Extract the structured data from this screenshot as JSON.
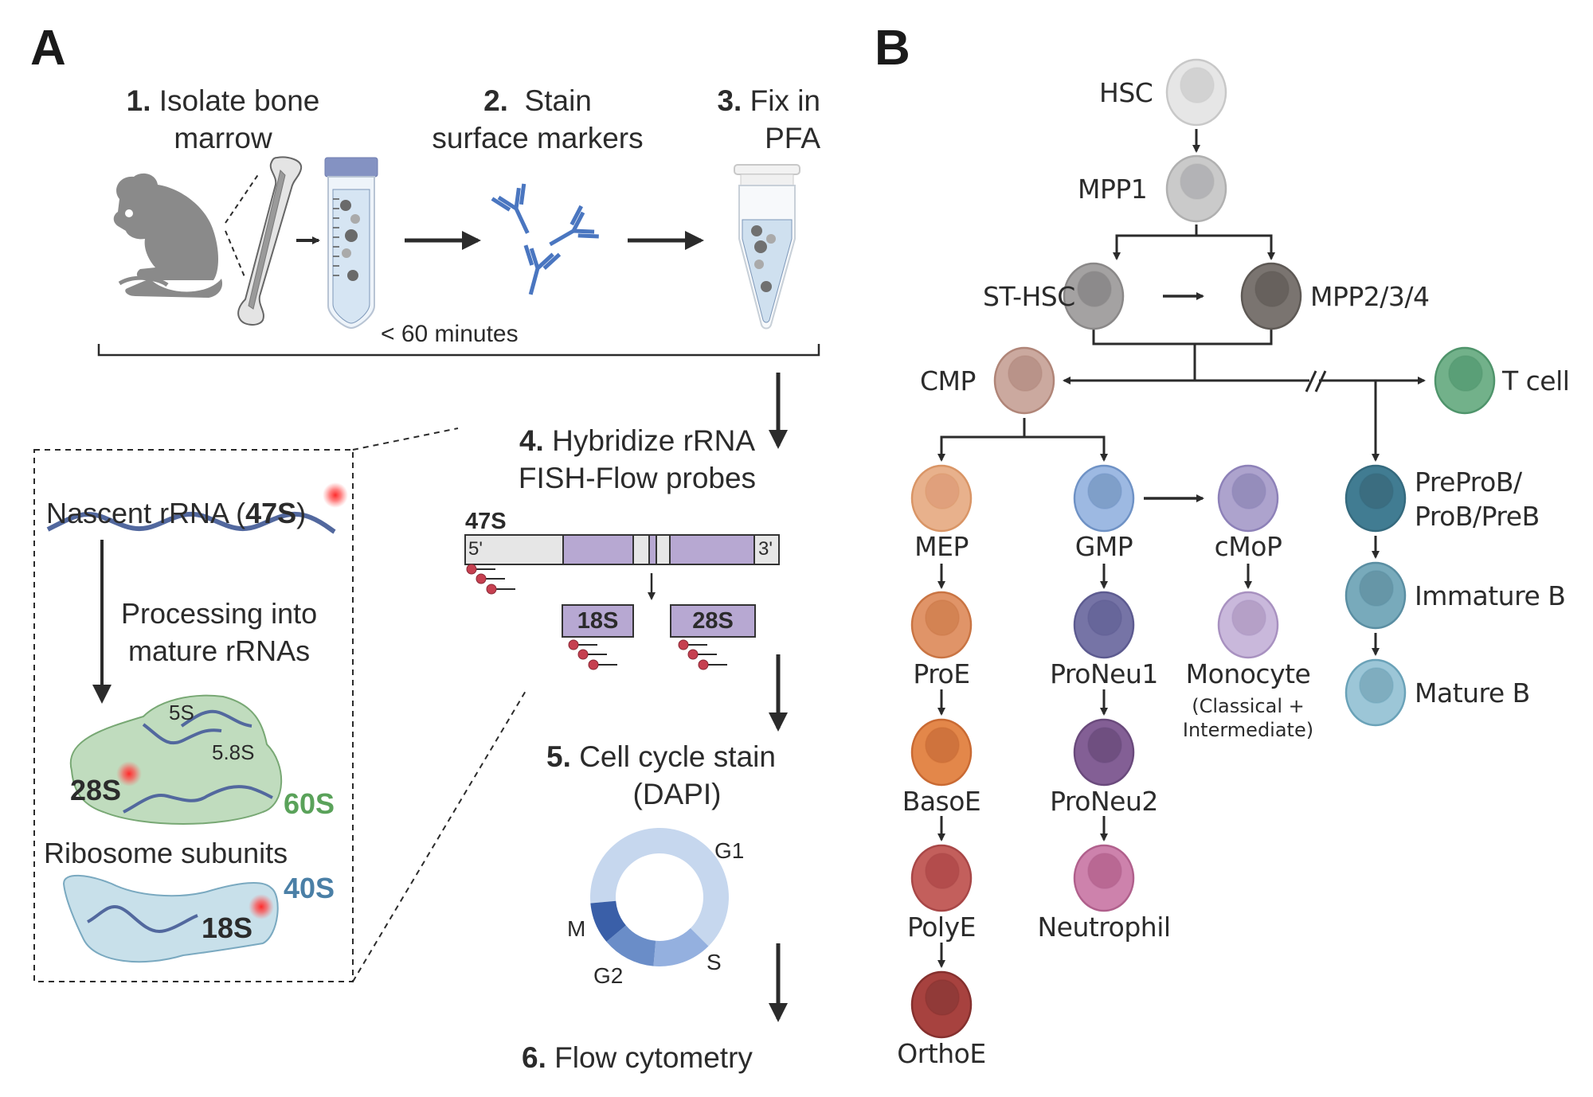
{
  "panels": {
    "a_label": "A",
    "b_label": "B"
  },
  "panel_a": {
    "steps": [
      {
        "num": "1.",
        "line1": "Isolate bone",
        "line2": "marrow"
      },
      {
        "num": "2.",
        "line1": "Stain",
        "line2": "surface markers"
      },
      {
        "num": "3.",
        "line1": "Fix in",
        "line2": "PFA"
      },
      {
        "num": "4.",
        "line1": "Hybridize rRNA",
        "line2": "FISH-Flow probes"
      },
      {
        "num": "5.",
        "line1": "Cell cycle stain",
        "line2": "(DAPI)"
      },
      {
        "num": "6.",
        "line1": "Flow cytometry",
        "line2": ""
      }
    ],
    "duration_label": "< 60 minutes",
    "inset": {
      "nascent_prefix": "Nascent rRNA (",
      "nascent_bold": "47S",
      "nascent_suffix": ")",
      "processing_line1": "Processing into",
      "processing_line2": "mature rRNAs",
      "label_5s": "5S",
      "label_58s": "5.8S",
      "label_28s": "28S",
      "label_60s": "60S",
      "ribosome_subunits": "Ribosome subunits",
      "label_40s": "40S",
      "label_18s": "18S",
      "color_60s": "#5aa25a",
      "color_40s": "#4a7fa6"
    },
    "probe_diagram": {
      "precursor_label": "47S",
      "five_prime": "5'",
      "three_prime": "3'",
      "product_18s": "18S",
      "product_28s": "28S"
    },
    "cell_cycle": {
      "phases": [
        "G1",
        "S",
        "G2",
        "M"
      ]
    }
  },
  "panel_b": {
    "cells": {
      "hsc": {
        "label": "HSC",
        "fill": "#e6e6e6",
        "nucleus": "#d2d2d2",
        "stroke": "#c8c8c8"
      },
      "mpp1": {
        "label": "MPP1",
        "fill": "#cacaca",
        "nucleus": "#b3b3b6",
        "stroke": "#b0b0b0"
      },
      "st_hsc": {
        "label": "ST-HSC",
        "fill": "#a4a2a2",
        "nucleus": "#8c8a8b",
        "stroke": "#8a8888"
      },
      "mpp234": {
        "label": "MPP2/3/4",
        "fill": "#7a7470",
        "nucleus": "#67615d",
        "stroke": "#5e5955"
      },
      "cmp": {
        "label": "CMP",
        "fill": "#cba99f",
        "nucleus": "#b99389",
        "stroke": "#b08578"
      },
      "t_cell": {
        "label": "T cell",
        "fill": "#72b18a",
        "nucleus": "#5a9f77",
        "stroke": "#4f946b"
      },
      "mep": {
        "label": "MEP",
        "fill": "#e8b18c",
        "nucleus": "#e0a07c",
        "stroke": "#d99566"
      },
      "gmp": {
        "label": "GMP",
        "fill": "#9db9e2",
        "nucleus": "#7f9fc9",
        "stroke": "#6f92c5"
      },
      "cmop": {
        "label": "cMoP",
        "fill": "#ada3cd",
        "nucleus": "#958dbb",
        "stroke": "#8d81b8"
      },
      "preprob": {
        "label_line1": "PreProB/",
        "label_line2": "ProB/PreB",
        "fill": "#417c92",
        "nucleus": "#3b6d80",
        "stroke": "#356a7e"
      },
      "proe": {
        "label": "ProE",
        "fill": "#e09468",
        "nucleus": "#d38353",
        "stroke": "#c97443"
      },
      "proneu1": {
        "label": "ProNeu1",
        "fill": "#7674a6",
        "nucleus": "#67669a",
        "stroke": "#5d5b90"
      },
      "monocyte": {
        "label": "Monocyte",
        "sub_line1": "(Classical +",
        "sub_line2": "Intermediate)",
        "fill": "#c9b8db",
        "nucleus": "#b5a0c7",
        "stroke": "#a891c0"
      },
      "immature_b": {
        "label": "Immature B",
        "fill": "#78aabb",
        "nucleus": "#6696a7",
        "stroke": "#5a8ea2"
      },
      "basoe": {
        "label": "BasoE",
        "fill": "#e3874a",
        "nucleus": "#cf733d",
        "stroke": "#c96a33"
      },
      "proneu2": {
        "label": "ProNeu2",
        "fill": "#835f95",
        "nucleus": "#6f4f80",
        "stroke": "#6a4a7c"
      },
      "mature_b": {
        "label": "Mature B",
        "fill": "#9cc6d7",
        "nucleus": "#7fadbf",
        "stroke": "#6aa2b8"
      },
      "polye": {
        "label": "PolyE",
        "fill": "#c35f5c",
        "nucleus": "#b34c4c",
        "stroke": "#a84747"
      },
      "neutrophil": {
        "label": "Neutrophil",
        "fill": "#cd82ac",
        "nucleus": "#b96893",
        "stroke": "#b0608c"
      },
      "orthoe": {
        "label": "OrthoE",
        "fill": "#a7423f",
        "nucleus": "#913a38",
        "stroke": "#85302e"
      }
    }
  }
}
